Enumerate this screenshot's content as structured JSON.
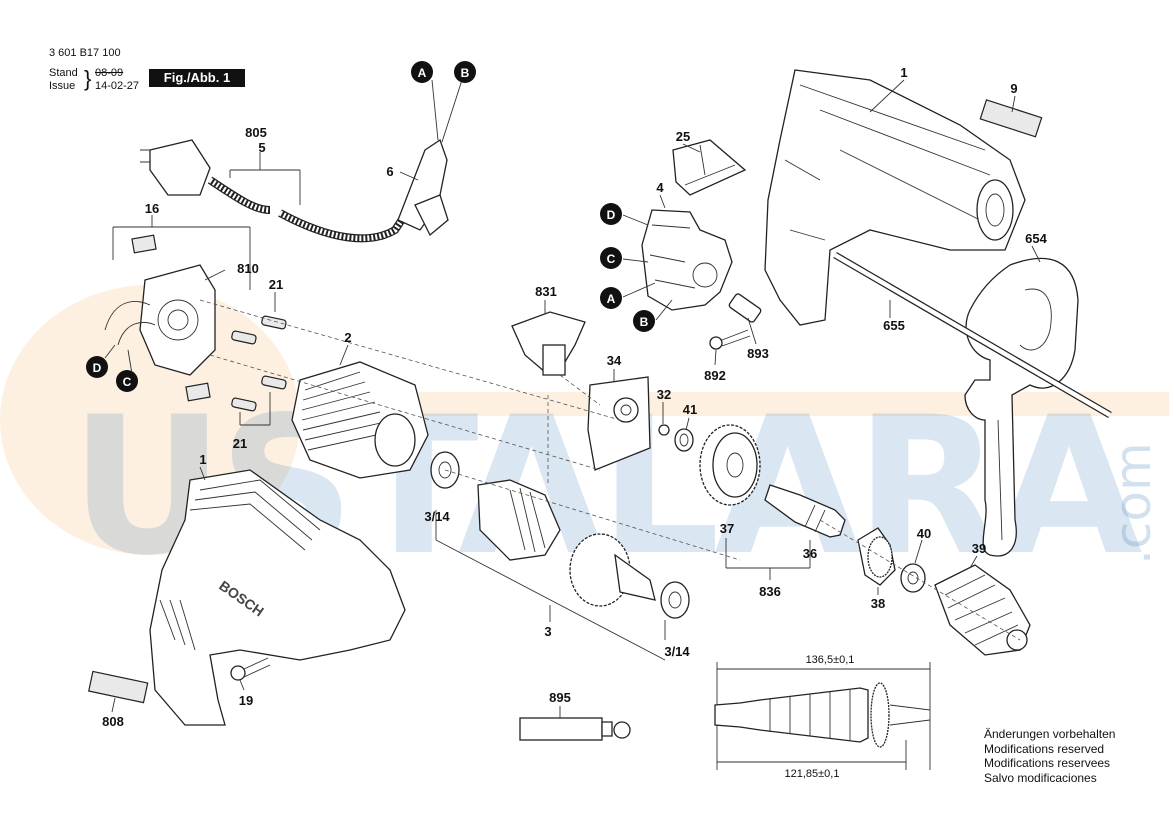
{
  "header": {
    "part_number": "3 601 B17 100",
    "stand_label": "Stand",
    "issue_label": "Issue",
    "stand_date": "08-09",
    "issue_date": "14-02-27",
    "figure_label": "Fig./Abb. 1"
  },
  "watermark": {
    "text": "USTALARA",
    "suffix": ".com"
  },
  "callouts": {
    "c1_top": "1",
    "c9": "9",
    "c654": "654",
    "c655": "655",
    "c25": "25",
    "c4": "4",
    "c893": "893",
    "c892": "892",
    "c831": "831",
    "c34": "34",
    "c32": "32",
    "c41": "41",
    "c805": "805",
    "c5": "5",
    "c6": "6",
    "c16": "16",
    "c810": "810",
    "c21a": "21",
    "c21b": "21",
    "c2": "2",
    "c1_bottom": "1",
    "c314a": "3/14",
    "c314b": "3/14",
    "c3": "3",
    "c37": "37",
    "c36": "36",
    "c836": "836",
    "c38": "38",
    "c40": "40",
    "c39": "39",
    "c19": "19",
    "c808": "808",
    "c895": "895"
  },
  "wire_markers": {
    "A": "A",
    "B": "B",
    "C": "C",
    "D": "D"
  },
  "dimensions": {
    "top": "136,5±0,1",
    "bottom": "121,85±0,1"
  },
  "brand": "BOSCH",
  "notes": [
    "Änderungen vorbehalten",
    "Modifications reserved",
    "Modifications reservees",
    "Salvo modificaciones"
  ],
  "colors": {
    "ink": "#111111",
    "watermark_blue": "#3a78b5",
    "watermark_orange": "#f0a040"
  }
}
